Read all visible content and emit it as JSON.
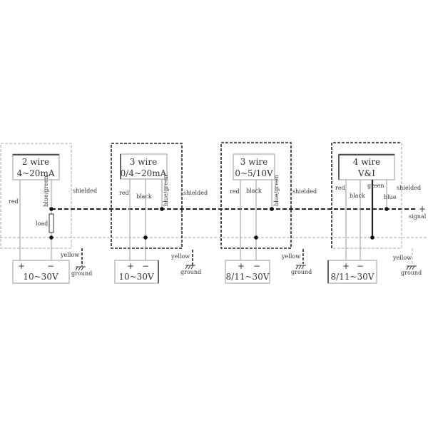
{
  "panels": [
    {
      "title": "2 wire",
      "range": "4~20mA",
      "wires": [
        "red",
        "blue/green"
      ],
      "load": "load",
      "shield": "shielded",
      "supply": "10~30V",
      "plus": "+",
      "minus": "−",
      "yellow": "yellow",
      "ground": "ground"
    },
    {
      "title": "3 wire",
      "range": "0/4~20mA",
      "wires": [
        "red",
        "black",
        "blue/green"
      ],
      "shield": "shielded",
      "supply": "10~30V",
      "plus": "+",
      "minus": "−",
      "yellow": "yellow",
      "ground": "ground"
    },
    {
      "title": "3 wire",
      "range": "0~5/10V",
      "wires": [
        "red",
        "black",
        "blue/green"
      ],
      "shield": "shielded",
      "supply": "8/11~30V",
      "plus": "+",
      "minus": "−",
      "yellow": "yellow",
      "ground": "ground"
    },
    {
      "title": "4 wire",
      "range": "V&I",
      "wires": [
        "red",
        "black",
        "green",
        "blue"
      ],
      "shield": "shielded",
      "supply": "8/11~30V",
      "plus": "+",
      "minus": "−",
      "yellow": "yellow",
      "ground": "ground"
    }
  ],
  "signal": {
    "plus": "+",
    "label": "signal"
  }
}
